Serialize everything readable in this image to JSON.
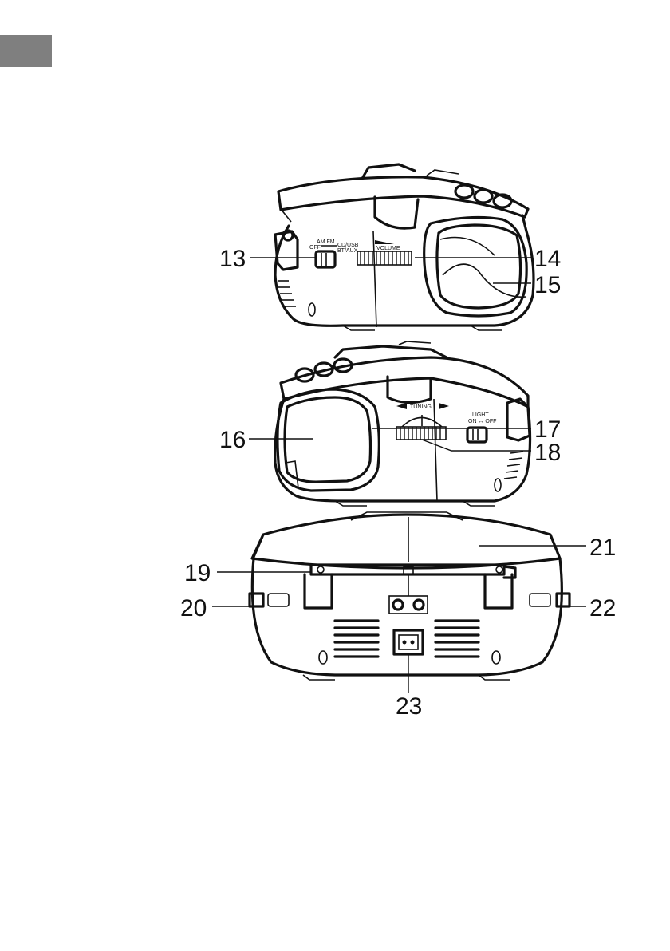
{
  "page": {
    "tab_color": "#7f7f7f",
    "line_color": "#111111"
  },
  "side_view_right": {
    "switch_text_line1": "AM  FM",
    "switch_text_line2": "OFF",
    "switch_text_line3": "CD/USB",
    "switch_text_line4": "BT/AUX",
    "volume_label": "VOLUME",
    "callouts": [
      "13",
      "14",
      "15"
    ]
  },
  "side_view_left": {
    "tuning_label": "TUNING",
    "light_label_line1": "LIGHT",
    "light_label_line2": "ON ↔ OFF",
    "callouts": [
      "16",
      "17",
      "18"
    ]
  },
  "rear_view": {
    "callouts": [
      "19",
      "20",
      "21",
      "22",
      "23"
    ]
  }
}
